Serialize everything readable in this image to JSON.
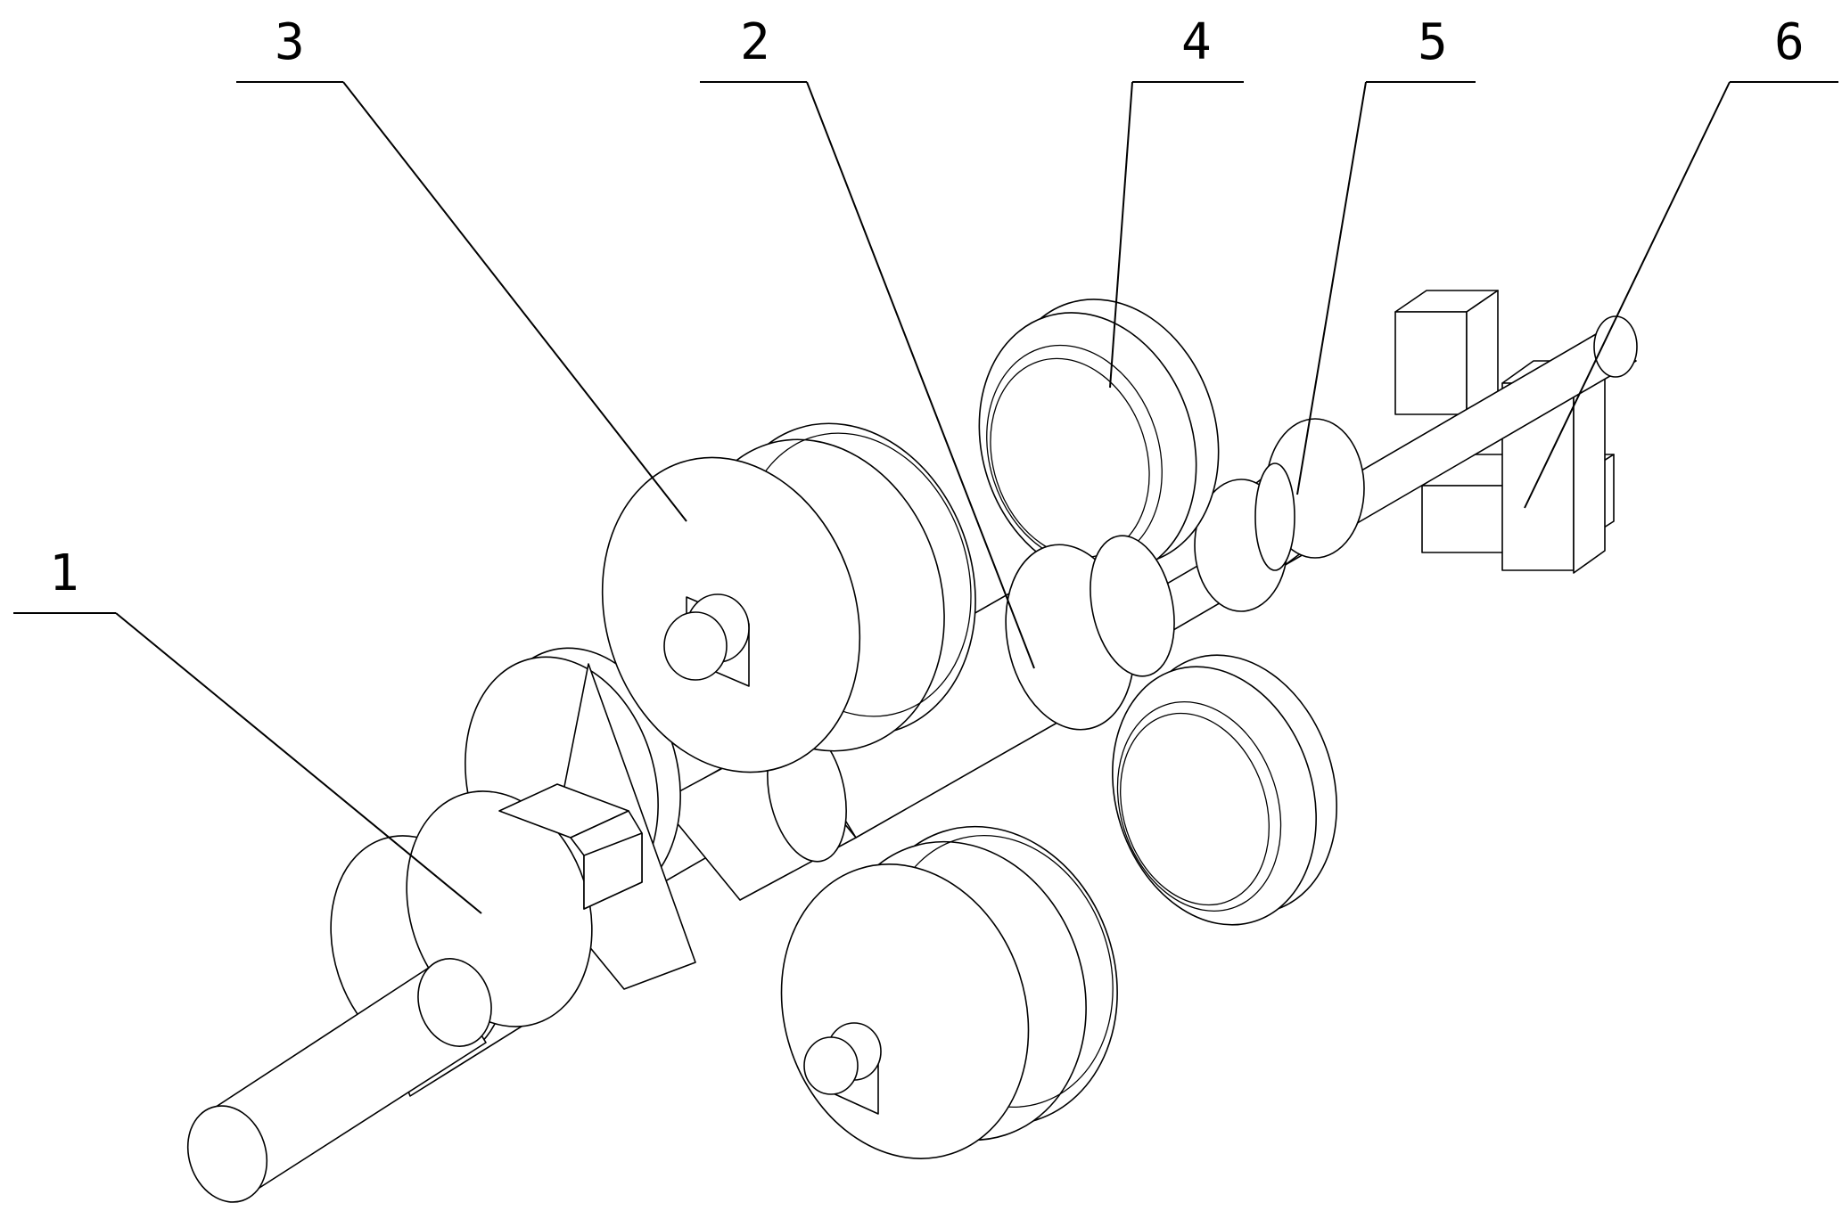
{
  "figure": {
    "callouts": [
      "1",
      "2",
      "3",
      "4",
      "5",
      "6"
    ]
  }
}
